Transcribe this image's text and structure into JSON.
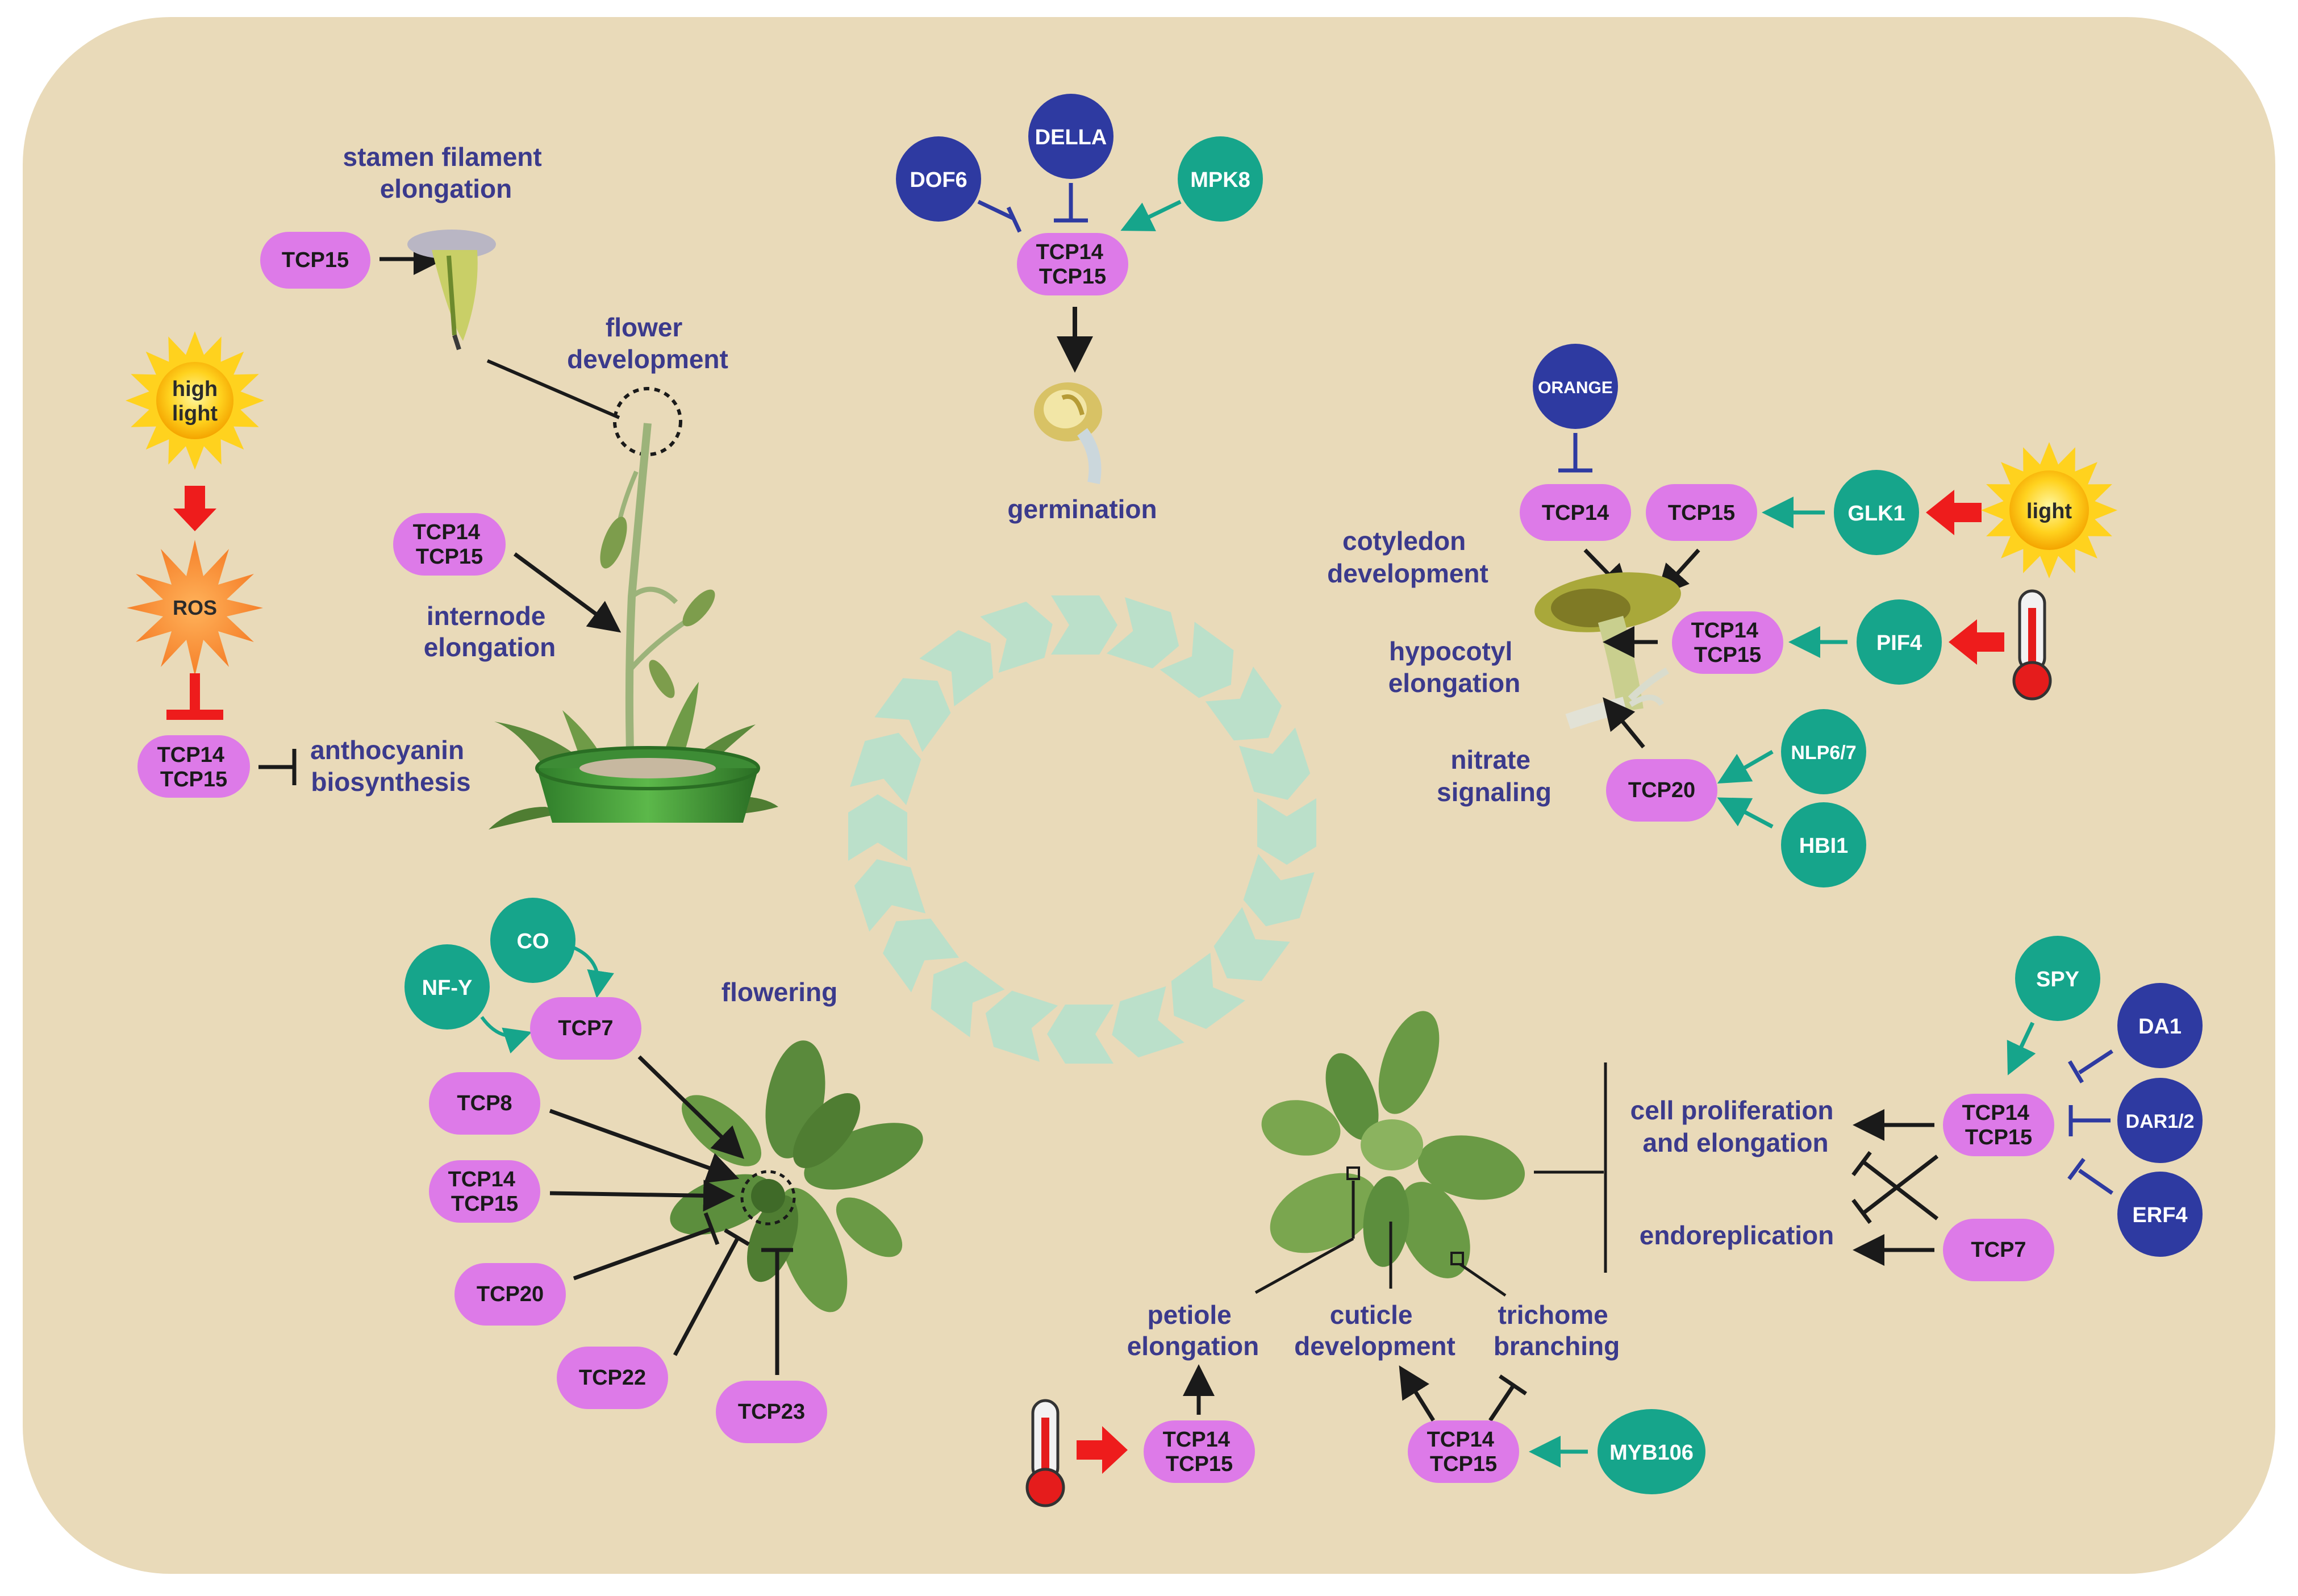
{
  "colors": {
    "background": "#e9dab9",
    "tcp_pill": "#dd7ae8",
    "activator_circle": "#16a58b",
    "repressor_circle": "#2e3aa1",
    "label_text": "#3b3a8c",
    "red_arrow": "#ee1c1c",
    "activation_arrow": "#16a58b",
    "black_arrow": "#1a1a1a",
    "cycle_arrows": "#b6e0cc"
  },
  "top_left": {
    "stamen_label": [
      "stamen filament",
      "elongation"
    ],
    "stamen_tcp": "TCP15",
    "flower_label": [
      "flower",
      "development"
    ],
    "internode_tcp": [
      "TCP14",
      "TCP15"
    ],
    "internode_label": [
      "internode",
      "elongation"
    ],
    "sun_label": [
      "high",
      "light"
    ],
    "ros_label": "ROS",
    "anthocyanin_tcp": [
      "TCP14",
      "TCP15"
    ],
    "anthocyanin_label": [
      "anthocyanin",
      "biosynthesis"
    ]
  },
  "top_center": {
    "della": "DELLA",
    "dof6": "DOF6",
    "mpk8": "MPK8",
    "tcp": [
      "TCP14",
      "TCP15"
    ],
    "germination_label": "germination"
  },
  "top_right": {
    "orange": "ORANGE",
    "tcp14": "TCP14",
    "tcp15": "TCP15",
    "glk1": "GLK1",
    "sun_label": "light",
    "cotyledon_label": [
      "cotyledon",
      "development"
    ],
    "hypocotyl_label": [
      "hypocotyl",
      "elongation"
    ],
    "hypocotyl_tcp": [
      "TCP14",
      "TCP15"
    ],
    "pif4": "PIF4",
    "nitrate_label": [
      "nitrate",
      "signaling"
    ],
    "tcp20": "TCP20",
    "nlp": "NLP6/7",
    "hbi1": "HBI1"
  },
  "bottom_left": {
    "co": "CO",
    "nfy": "NF-Y",
    "tcp7": "TCP7",
    "flowering_label": "flowering",
    "tcp8": "TCP8",
    "tcp1415": [
      "TCP14",
      "TCP15"
    ],
    "tcp20": "TCP20",
    "tcp22": "TCP22",
    "tcp23": "TCP23"
  },
  "bottom_right": {
    "spy": "SPY",
    "da1": "DA1",
    "dar12": "DAR1/2",
    "erf4": "ERF4",
    "main_tcp": [
      "TCP14",
      "TCP15"
    ],
    "tcp7": "TCP7",
    "cell_label": [
      "cell proliferation",
      "and elongation"
    ],
    "endo_label": "endoreplication",
    "petiole_label": [
      "petiole",
      "elongation"
    ],
    "cuticle_label": [
      "cuticle",
      "development"
    ],
    "trichome_label": [
      "trichome",
      "branching"
    ],
    "petiole_tcp": [
      "TCP14",
      "TCP15"
    ],
    "cuticle_tcp": [
      "TCP14",
      "TCP15"
    ],
    "myb106": "MYB106"
  }
}
